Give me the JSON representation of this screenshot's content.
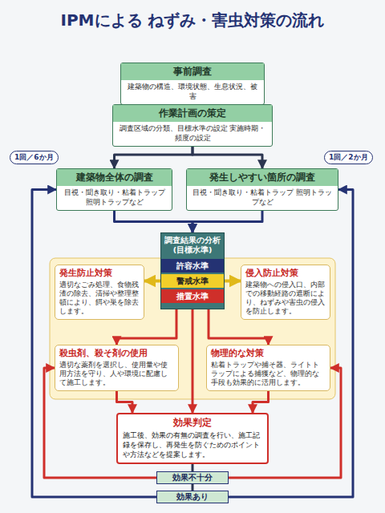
{
  "diagram": {
    "title": "IPMによる ねずみ・害虫対策の流れ",
    "nodes": [
      {
        "text": [
          "事前調査",
          "建築物の構造、環境状態、生息状況、被害"
        ]
      },
      {
        "text": [
          "作業計画の策定",
          "調査区域の分類、目標水準の設定 実施時期・頻度の設定"
        ]
      },
      {
        "text": [
          "建築物全体の調査",
          "目視・聞き取り・粘着トラップ 照明トラップなど"
        ]
      },
      {
        "text": [
          "発生しやすい箇所の調査",
          "目視・聞き取り・粘着トラップ 照明トラップなど"
        ]
      },
      {
        "text": [
          "調査結果の分析 (目標水準)"
        ]
      },
      {
        "text": [
          "許容水準"
        ],
        "in": 4
      },
      {
        "text": [
          "警戒水準"
        ],
        "in": 4
      },
      {
        "text": [
          "措置水準"
        ],
        "in": 4
      },
      {
        "text": [
          "発生防止対策",
          "適切なごみ処理、食物残渣の除去、清掃や整理整頓により、餌や巣を除去します。"
        ]
      },
      {
        "text": [
          "侵入防止対策",
          "建築物への侵入口、内部での移動経路の遮断により、ねずみや害虫の侵入を防止します。"
        ]
      },
      {
        "text": [
          "殺虫剤、殺そ剤の使用",
          "適切な薬剤を選択し、使用量や使用方法を守り、人や環境に配慮して施工します。"
        ]
      },
      {
        "text": [
          "物理的な対策",
          "粘着トラップや捕そ器、ライトトラップによる捕獲など、物理的な手段も効果的に活用します。"
        ]
      },
      {
        "text": [
          "効果判定",
          "施工後、効果の有無の調査を行い、施工記録を保存し、再発生を防ぐためのポイントや方法などを提案します。"
        ]
      },
      {
        "text": [
          "効果不十分"
        ]
      },
      {
        "text": [
          "効果あり"
        ]
      }
    ],
    "edges": [
      {
        "from": 0,
        "to": 1,
        "arrow": "to"
      },
      {
        "from": 1,
        "to": 2,
        "arrow": "to"
      },
      {
        "from": 1,
        "to": 3,
        "arrow": "to"
      },
      {
        "from": 2,
        "to": 4,
        "arrow": "to"
      },
      {
        "from": 3,
        "to": 4,
        "arrow": "to"
      },
      {
        "from": 6,
        "to": 8,
        "arrow": "to"
      },
      {
        "from": 6,
        "to": 9,
        "arrow": "to"
      },
      {
        "from": 7,
        "to": 10,
        "arrow": "to"
      },
      {
        "from": 7,
        "to": 11,
        "arrow": "to"
      },
      {
        "from": 7,
        "to": 12,
        "arrow": "to"
      },
      {
        "from": 10,
        "to": 12,
        "arrow": "to"
      },
      {
        "from": 11,
        "to": 12,
        "arrow": "to"
      },
      {
        "from": 12,
        "to": 13,
        "arrow": "none"
      },
      {
        "from": 13,
        "to": 14,
        "arrow": "none"
      },
      {
        "from": 13,
        "to": 10,
        "arrow": "to"
      },
      {
        "from": 13,
        "to": 11,
        "arrow": "to"
      },
      {
        "from": 14,
        "to": 2,
        "arrow": "to"
      },
      {
        "from": 14,
        "to": 3,
        "arrow": "to"
      }
    ],
    "labels": [
      "1回／6か月",
      "1回／2か月"
    ]
  }
}
